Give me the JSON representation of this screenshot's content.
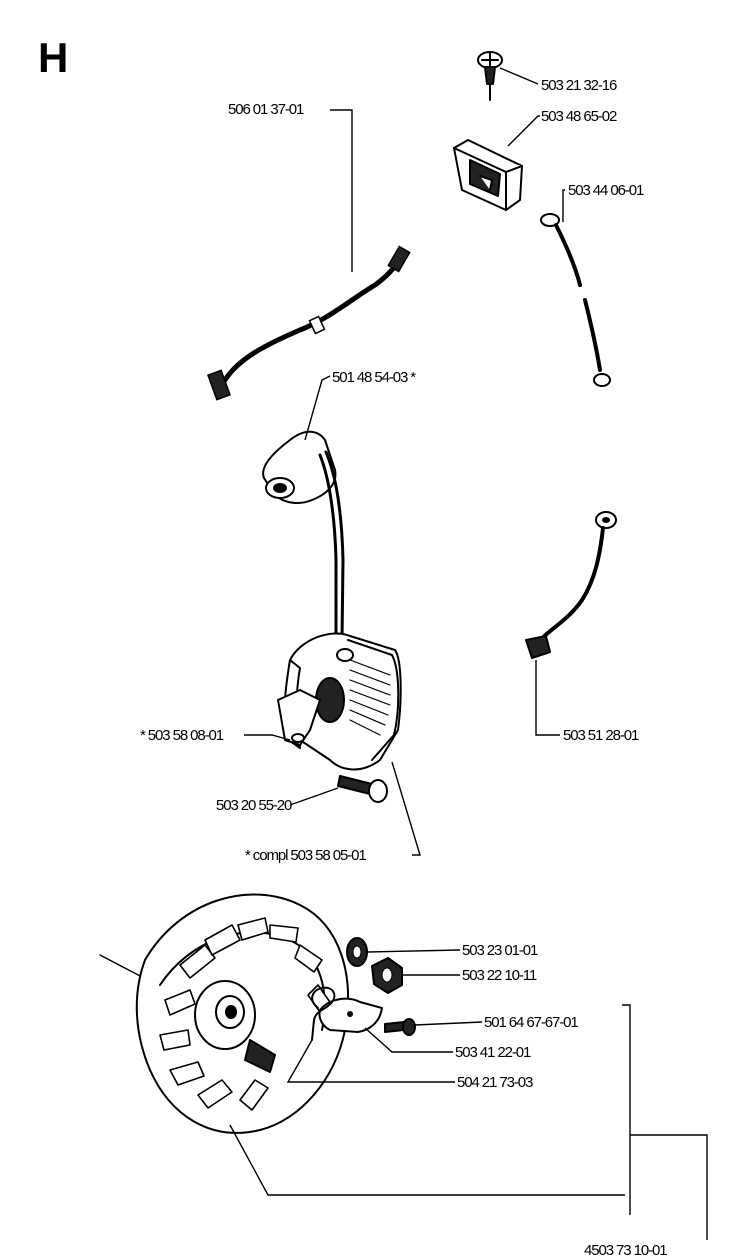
{
  "section_letter": "H",
  "parts": {
    "screw_top": "503 21 32-16",
    "switch": "503 48 65-02",
    "cable_left": "506 01 37-01",
    "ground_wire": "503 44 06-01",
    "ignition_cap": "501 48 54-03 *",
    "ignition_module": "* 503 58 08-01",
    "ground_lead": "503 51 28-01",
    "module_screw": "503 20 55-20",
    "complete_assembly": "* compl 503 58 05-01",
    "washer": "503 23 01-01",
    "nut": "503 22 10-11",
    "pawl_screw": "501 64 67-67-01",
    "pawl": "503 41 22-01",
    "spring": "504 21 73-03",
    "flywheel_complete": "4503 73 10-01"
  }
}
